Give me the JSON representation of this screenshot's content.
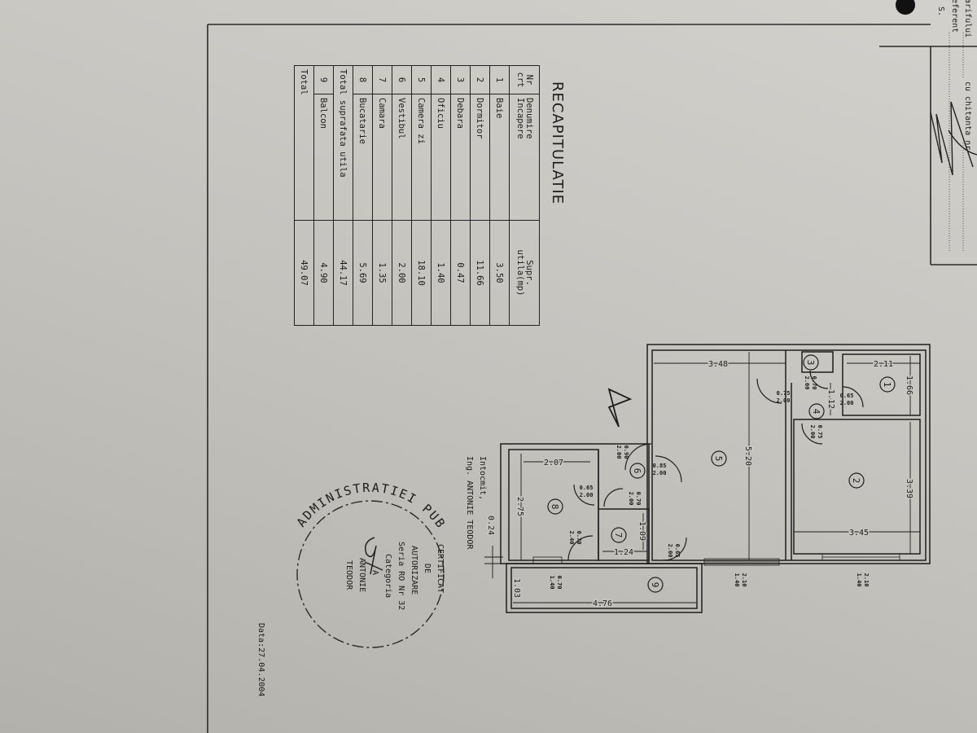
{
  "title": "RECAPITULATIE",
  "table": {
    "headers": [
      "Nr\ncrt",
      "Denumire\nIncapere",
      "Supr.\nutila(mp)"
    ],
    "rows": [
      {
        "nr": "1",
        "name": "Baie",
        "area": "3.50"
      },
      {
        "nr": "2",
        "name": "Dormitor",
        "area": "11.66"
      },
      {
        "nr": "3",
        "name": "Debara",
        "area": "0.47"
      },
      {
        "nr": "4",
        "name": "Oficiu",
        "area": "1.40"
      },
      {
        "nr": "5",
        "name": "Camera zi",
        "area": "18.10"
      },
      {
        "nr": "6",
        "name": "Vestibul",
        "area": "2.00"
      },
      {
        "nr": "7",
        "name": "Camara",
        "area": "1.35"
      },
      {
        "nr": "8",
        "name": "Bucatarie",
        "area": "5.69"
      }
    ],
    "total_useful": {
      "label": "Total suprafata utila",
      "area": "44.17"
    },
    "balcony": {
      "nr": "9",
      "name": "Balcon",
      "area": "4.90"
    },
    "total": {
      "label": "Total",
      "area": "49.07"
    }
  },
  "plan": {
    "rooms": [
      "1",
      "2",
      "3",
      "4",
      "5",
      "6",
      "7",
      "8",
      "9"
    ],
    "dimensions": {
      "room5_width": "3.48",
      "room5_length": "5.20",
      "room1_width": "2.11",
      "room1_length": "1.66",
      "room2_length": "3.39",
      "room2_width": "3.45",
      "hall_width": "1.12",
      "room7_length": "1.09",
      "room7_width": "1.24",
      "kitchen_width": "2.07",
      "kitchen_length": "2.75",
      "wall": "0.24",
      "balcony_width": "1.03",
      "balcony_length": "4.76"
    },
    "openings": [
      {
        "w": "0.70",
        "h": "2.00"
      },
      {
        "w": "0.75",
        "h": "2.00"
      },
      {
        "w": "0.65",
        "h": "2.00"
      },
      {
        "w": "0.75",
        "h": "2.00"
      },
      {
        "w": "0.90",
        "h": "2.00"
      },
      {
        "w": "0.85",
        "h": "2.00"
      },
      {
        "w": "0.65",
        "h": "2.00"
      },
      {
        "w": "0.70",
        "h": "2.00"
      },
      {
        "w": "0.70",
        "h": "2.40"
      },
      {
        "w": "0.65",
        "h": "2.00"
      },
      {
        "w": "0.70",
        "h": "1.40"
      },
      {
        "w": "2.10",
        "h": "1.40"
      },
      {
        "w": "2.10",
        "h": "1.40"
      }
    ]
  },
  "prepared": {
    "label": "Intocmit,",
    "engineer": "Ing. ANTONIE TEODOR"
  },
  "stamp": {
    "ring": "ADMINISTRATIEI PUBLICE",
    "lines": [
      "CERTIFICAT",
      "DE",
      "AUTORIZARE",
      "Seria RO Nr 32",
      "Categoria",
      "A",
      "ANTONIE",
      "TEODOR"
    ]
  },
  "date": "Data:27.04.2004",
  "header_box": {
    "line1": "arifului",
    "line2": "eferent",
    "line3": "S.",
    "receipt": "cu chitanta nr"
  }
}
